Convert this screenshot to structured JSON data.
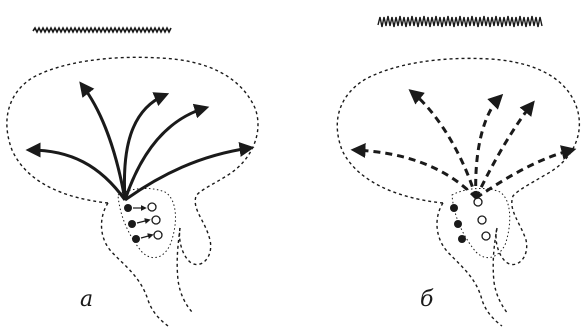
{
  "panels": [
    {
      "id": "a",
      "label": "а",
      "arrow_style": "solid",
      "cell_fills": [
        "filled",
        "open",
        "filled",
        "open",
        "filled",
        "open"
      ],
      "eeg_trace": "low-amplitude-fast"
    },
    {
      "id": "b",
      "label": "б",
      "arrow_style": "dashed",
      "cell_fills": [
        "filled",
        "open",
        "filled",
        "open",
        "filled",
        "open"
      ],
      "eeg_trace": "high-amplitude"
    }
  ],
  "colors": {
    "ink": "#1a1a1a",
    "background": "#ffffff"
  }
}
